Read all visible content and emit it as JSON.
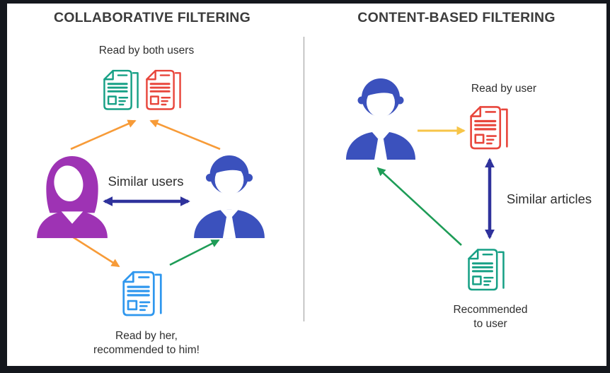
{
  "left_panel": {
    "title": "COLLABORATIVE FILTERING",
    "labels": {
      "read_by_both": "Read by both users",
      "similar_users": "Similar users",
      "read_by_her_line1": "Read by her,",
      "read_by_her_line2": "recommended to him!"
    }
  },
  "right_panel": {
    "title": "CONTENT-BASED FILTERING",
    "labels": {
      "read_by_user": "Read by user",
      "similar_articles": "Similar articles",
      "recommended_line1": "Recommended",
      "recommended_line2": "to user"
    }
  },
  "icons": {
    "woman_user": "woman-user-icon",
    "man_user": "man-user-icon",
    "document": "document-icon",
    "double_headed_arrow": "double-arrow-icon",
    "single_arrow": "arrow-icon"
  },
  "colors": {
    "frame": "#14171d",
    "canvas": "#ffffff",
    "title_text": "#3c3c3c",
    "label_text": "#2f2f2f",
    "divider": "#999999",
    "teal_document": "#16a085",
    "red_document": "#e8463c",
    "blue_document": "#2f97ee",
    "woman": "#9e33b4",
    "man": "#3b51bd",
    "navy_arrow": "#2f329c",
    "orange_arrow": "#f79b38",
    "gold_arrow": "#f7c548",
    "green_arrow": "#1e9c57"
  }
}
